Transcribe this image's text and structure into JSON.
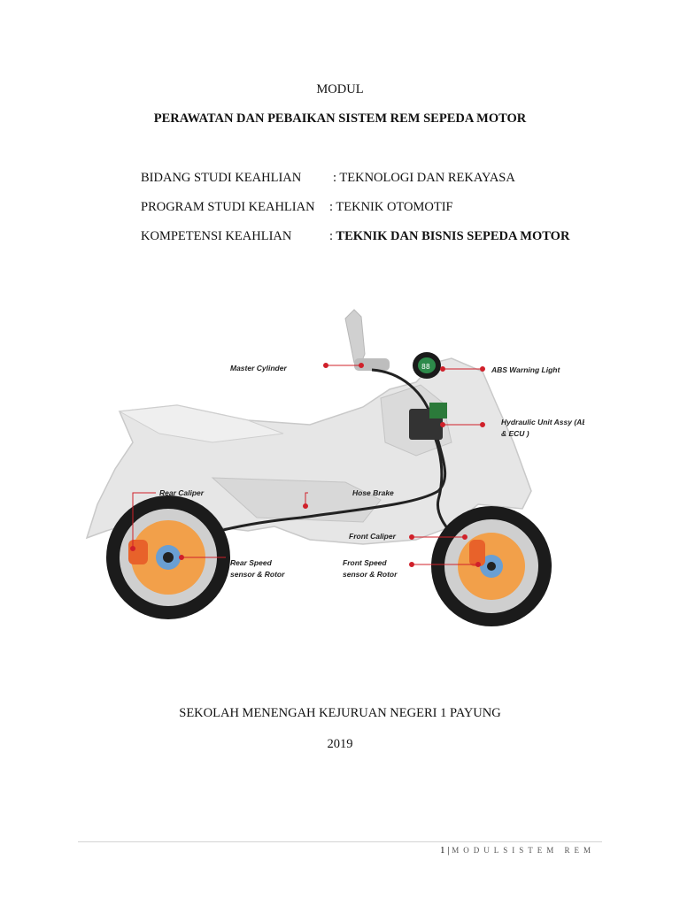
{
  "header": {
    "title": "MODUL",
    "subtitle": "PERAWATAN DAN PEBAIKAN SISTEM REM SEPEDA MOTOR"
  },
  "info": [
    {
      "label": "BIDANG STUDI KEAHLIAN",
      "value": ": TEKNOLOGI DAN REKAYASA"
    },
    {
      "label": "PROGRAM STUDI KEAHLIAN",
      "value": ": TEKNIK OTOMOTIF"
    },
    {
      "label": "KOMPETENSI KEAHLIAN",
      "colon": ":",
      "value": " TEKNIK DAN BISNIS SEPEDA MOTOR"
    }
  ],
  "figure": {
    "labels": {
      "master_cylinder": "Master Cylinder",
      "abs_warning_light": "ABS Warning Light",
      "hydraulic_unit_1": "Hydraulic Unit Assy (ABS",
      "hydraulic_unit_2": "& ECU )",
      "rear_caliper": "Rear Caliper",
      "hose_brake": "Hose Brake",
      "front_caliper": "Front Caliper",
      "rear_speed_1": "Rear  Speed",
      "rear_speed_2": "sensor & Rotor",
      "front_speed_1": "Front Speed",
      "front_speed_2": "sensor & Rotor"
    },
    "colors": {
      "callout": "#d0202a",
      "rotor": "#f2a04a",
      "body": "#e4e4e4"
    }
  },
  "footer_info": {
    "school": "SEKOLAH MENENGAH KEJURUAN NEGERI 1 PAYUNG",
    "year": "2019"
  },
  "page_footer": {
    "page_number": "1",
    "separator": "|",
    "module_name": "MODULSISTEM REM"
  }
}
